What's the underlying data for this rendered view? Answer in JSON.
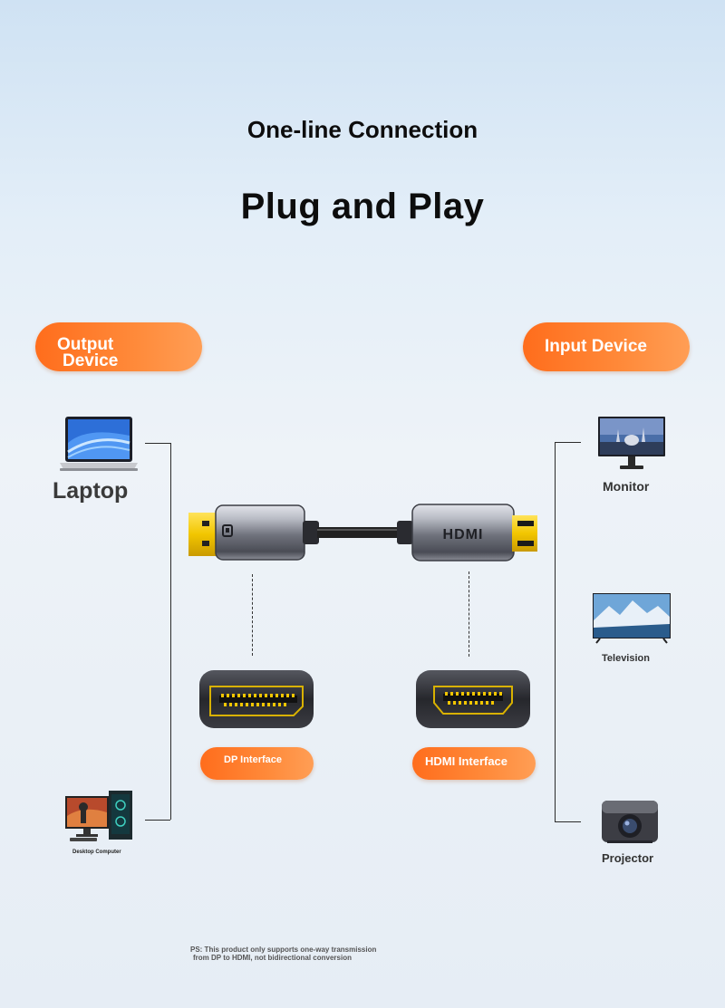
{
  "title": {
    "subtitle": "One-line Connection",
    "main": "Plug and Play"
  },
  "pills": {
    "output": [
      "Output",
      "Device"
    ],
    "input": "Input Device",
    "dp": "DP Interface",
    "hdmi": "HDMI Interface"
  },
  "devices": {
    "laptop": "Laptop",
    "desktop": "Desktop Computer",
    "monitor": "Monitor",
    "television": "Television",
    "projector": "Projector"
  },
  "cable": {
    "hdmi_logo": "HDMI"
  },
  "note": {
    "line1": "PS: This product only supports one-way transmission",
    "line2": "from DP to HDMI, not bidirectional conversion"
  },
  "colors": {
    "accent": "#ff7a2a",
    "connector_gold": "#f2c600",
    "cable_dark": "#222222"
  }
}
